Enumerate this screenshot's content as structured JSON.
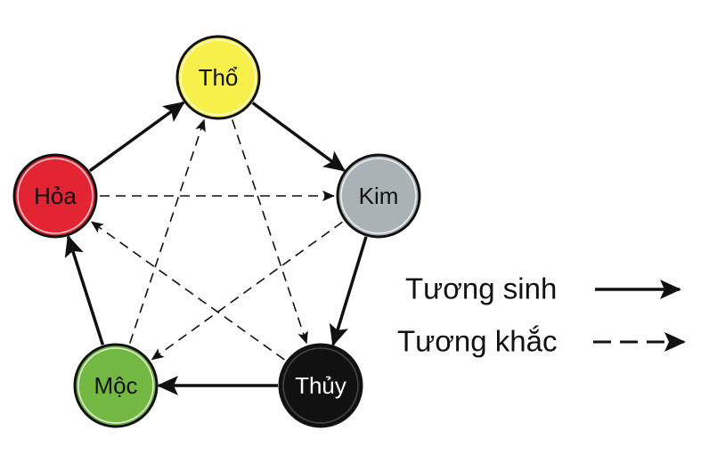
{
  "nodes": [
    {
      "id": "tho",
      "label": "Thổ",
      "color": "#f7ef4a",
      "text_color": "#111111"
    },
    {
      "id": "kim",
      "label": "Kim",
      "color": "#a9b2b4",
      "text_color": "#111111"
    },
    {
      "id": "thuy",
      "label": "Thủy",
      "color": "#111111",
      "text_color": "#ffffff"
    },
    {
      "id": "moc",
      "label": "Mộc",
      "color": "#72b843",
      "text_color": "#111111"
    },
    {
      "id": "hoa",
      "label": "Hỏa",
      "color": "#e32432",
      "text_color": "#111111"
    }
  ],
  "sinh_edges": [
    {
      "from": "hoa",
      "to": "tho"
    },
    {
      "from": "tho",
      "to": "kim"
    },
    {
      "from": "kim",
      "to": "thuy"
    },
    {
      "from": "thuy",
      "to": "moc"
    },
    {
      "from": "moc",
      "to": "hoa"
    }
  ],
  "khac_edges": [
    {
      "from": "hoa",
      "to": "kim"
    },
    {
      "from": "kim",
      "to": "moc"
    },
    {
      "from": "moc",
      "to": "tho"
    },
    {
      "from": "tho",
      "to": "thuy"
    },
    {
      "from": "thuy",
      "to": "hoa"
    }
  ],
  "legend": {
    "sinh_label": "Tương sinh",
    "khac_label": "Tương khắc"
  }
}
